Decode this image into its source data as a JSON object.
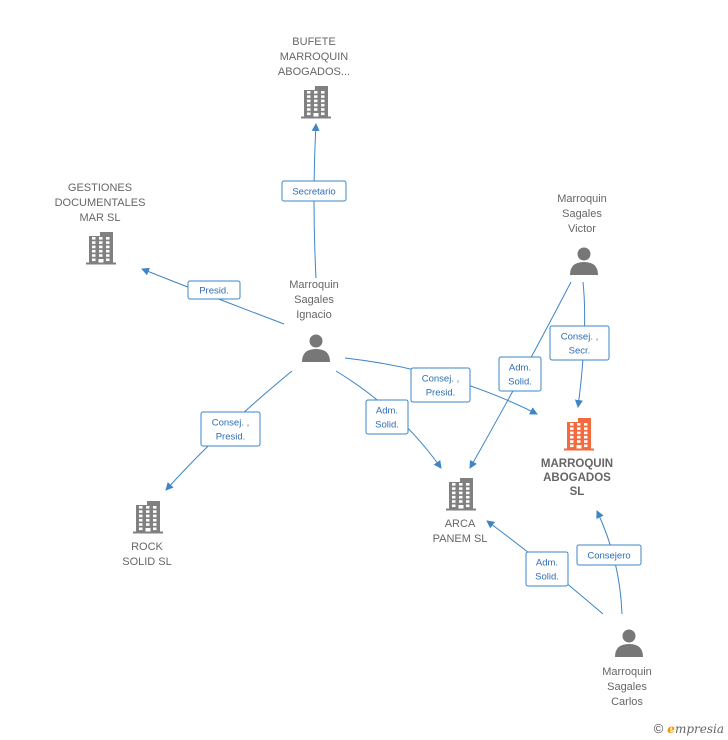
{
  "colors": {
    "company": "#808080",
    "focus_company": "#f26a3d",
    "person": "#777777",
    "edge": "#3d85c6",
    "edge_text": "#2e6db4",
    "label": "#666666"
  },
  "nodes": [
    {
      "id": "bufete",
      "type": "company",
      "icon": "building-icon",
      "label": [
        "BUFETE",
        "MARROQUIN",
        "ABOGADOS..."
      ]
    },
    {
      "id": "gestiones",
      "type": "company",
      "icon": "building-icon",
      "label": [
        "GESTIONES",
        "DOCUMENTALES",
        "MAR SL"
      ]
    },
    {
      "id": "ignacio",
      "type": "person",
      "icon": "person-icon",
      "label": [
        "Marroquin",
        "Sagales",
        "Ignacio"
      ]
    },
    {
      "id": "victor",
      "type": "person",
      "icon": "person-icon",
      "label": [
        "Marroquin",
        "Sagales",
        "Victor"
      ]
    },
    {
      "id": "marroquin_abogados",
      "type": "focus",
      "icon": "building-icon",
      "label": [
        "MARROQUIN",
        "ABOGADOS",
        "SL"
      ]
    },
    {
      "id": "arca",
      "type": "company",
      "icon": "building-icon",
      "label": [
        "ARCA",
        "PANEM  SL"
      ]
    },
    {
      "id": "rock",
      "type": "company",
      "icon": "building-icon",
      "label": [
        "ROCK",
        "SOLID SL"
      ]
    },
    {
      "id": "carlos",
      "type": "person",
      "icon": "person-icon",
      "label": [
        "Marroquin",
        "Sagales",
        "Carlos"
      ]
    }
  ],
  "edges": [
    {
      "id": "ignacio-bufete",
      "label": [
        "Secretario"
      ]
    },
    {
      "id": "ignacio-gestiones",
      "label": [
        "Presid."
      ]
    },
    {
      "id": "ignacio-rock",
      "label": [
        "Consej. ,",
        "Presid."
      ]
    },
    {
      "id": "ignacio-arca",
      "label": [
        "Adm.",
        "Solid."
      ]
    },
    {
      "id": "ignacio-marroquin",
      "label": [
        "Consej. ,",
        "Presid."
      ]
    },
    {
      "id": "victor-arca",
      "label": [
        "Adm.",
        "Solid."
      ]
    },
    {
      "id": "victor-marroquin",
      "label": [
        "Consej. ,",
        "Secr."
      ]
    },
    {
      "id": "carlos-arca",
      "label": [
        "Adm.",
        "Solid."
      ]
    },
    {
      "id": "carlos-marroquin",
      "label": [
        "Consejero"
      ]
    }
  ],
  "footer": {
    "copyright_symbol": "©",
    "brand_first": "e",
    "brand_rest": "mpresia"
  }
}
